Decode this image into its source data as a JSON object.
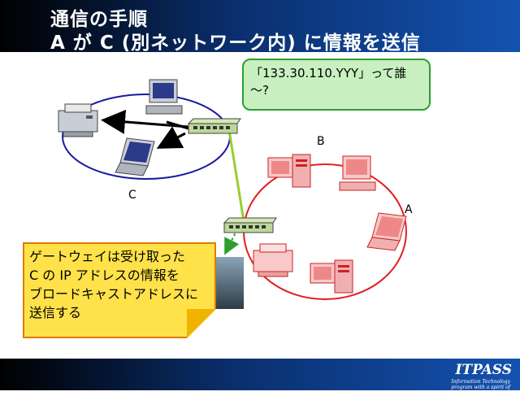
{
  "slide": {
    "title_line1": "通信の手順",
    "title_line2": "A が C (別ネットワーク内) に情報を送信"
  },
  "callout": {
    "text_line1": "「133.30.110.YYY」って誰",
    "text_line2": "～?"
  },
  "note": {
    "lines": [
      "ゲートウェイは受け取った",
      "C の IP アドレスの情報を",
      "ブロードキャストアドレスに",
      "送信する"
    ]
  },
  "labels": {
    "node_a": "A",
    "node_b": "B",
    "node_c": "C"
  },
  "footer": {
    "logo": "ITPASS",
    "logo_sub": "Information Technology program with a spirit of self-help"
  },
  "colors": {
    "header_dark": "#000000",
    "header_blue": "#1452b0",
    "network_left_ring": "#1a1aa0",
    "network_right_ring": "#e02020",
    "callout_fill": "#c8f0c0",
    "callout_border": "#2f9e2f",
    "note_fill": "#ffe24a",
    "note_border": "#e07a00",
    "link_green": "#9acd32"
  },
  "icons": [
    "printer-icon",
    "desktop-computer-icon",
    "laptop-icon",
    "switch-hub-icon",
    "tower-computer-icon"
  ]
}
